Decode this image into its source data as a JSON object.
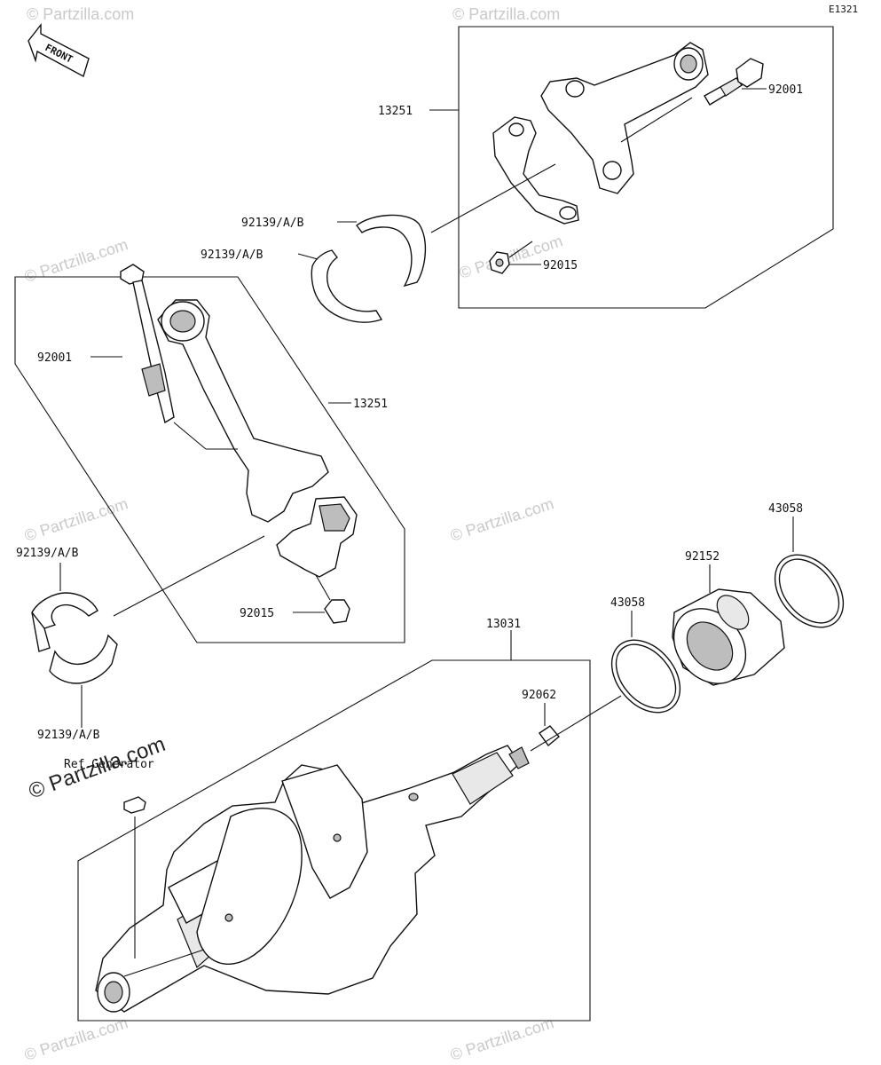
{
  "diagram": {
    "code": "E1321",
    "front_label": "FRONT",
    "ref_label": "Ref.Generator",
    "parts": [
      {
        "id": "con-rod-upper",
        "number": "13251"
      },
      {
        "id": "bolt-upper",
        "number": "92001"
      },
      {
        "id": "nut-upper",
        "number": "92015"
      },
      {
        "id": "bearing-upper-1",
        "number": "92139/A/B"
      },
      {
        "id": "bearing-upper-2",
        "number": "92139/A/B"
      },
      {
        "id": "bolt-lower",
        "number": "92001"
      },
      {
        "id": "con-rod-lower",
        "number": "13251"
      },
      {
        "id": "bearing-lower-1",
        "number": "92139/A/B"
      },
      {
        "id": "nut-lower",
        "number": "92015"
      },
      {
        "id": "bearing-lower-2",
        "number": "92139/A/B"
      },
      {
        "id": "crankshaft",
        "number": "13031"
      },
      {
        "id": "plug",
        "number": "92062"
      },
      {
        "id": "ring-left",
        "number": "43058"
      },
      {
        "id": "collar",
        "number": "92152"
      },
      {
        "id": "ring-right",
        "number": "43058"
      }
    ],
    "watermark": "© Partzilla.com"
  }
}
